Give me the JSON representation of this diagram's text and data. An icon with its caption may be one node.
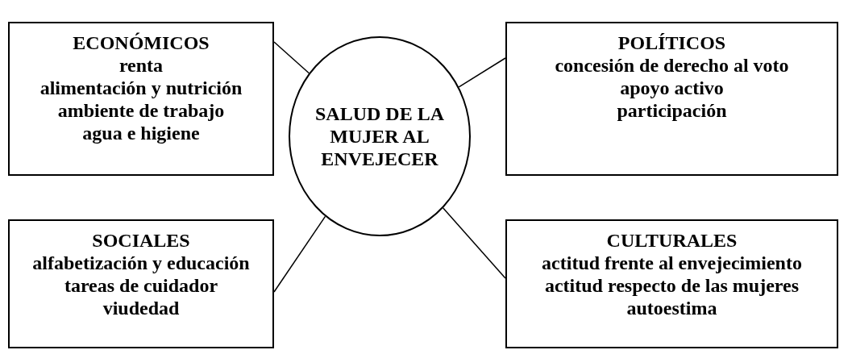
{
  "diagram": {
    "nodes": [
      {
        "text": [
          "ECONÓMICOS",
          "renta",
          "alimentación y nutrición",
          "ambiente de trabajo",
          "agua e higiene"
        ]
      },
      {
        "text": [
          "POLÍTICOS",
          "concesión de derecho al voto",
          "apoyo activo",
          "participación"
        ]
      },
      {
        "text": [
          "SALUD DE LA MUJER AL ENVEJECER"
        ]
      },
      {
        "text": [
          "SOCIALES",
          "alfabetización y educación",
          "tareas de cuidador",
          "viudedad"
        ]
      },
      {
        "text": [
          "CULTURALES",
          "actitud frente al envejecimiento",
          "actitud respecto de las mujeres",
          "autoestima"
        ]
      }
    ],
    "edges": [
      {
        "from": 0,
        "to": 2,
        "arrow": "none"
      },
      {
        "from": 1,
        "to": 2,
        "arrow": "none"
      },
      {
        "from": 3,
        "to": 2,
        "arrow": "none"
      },
      {
        "from": 4,
        "to": 2,
        "arrow": "none"
      }
    ]
  }
}
